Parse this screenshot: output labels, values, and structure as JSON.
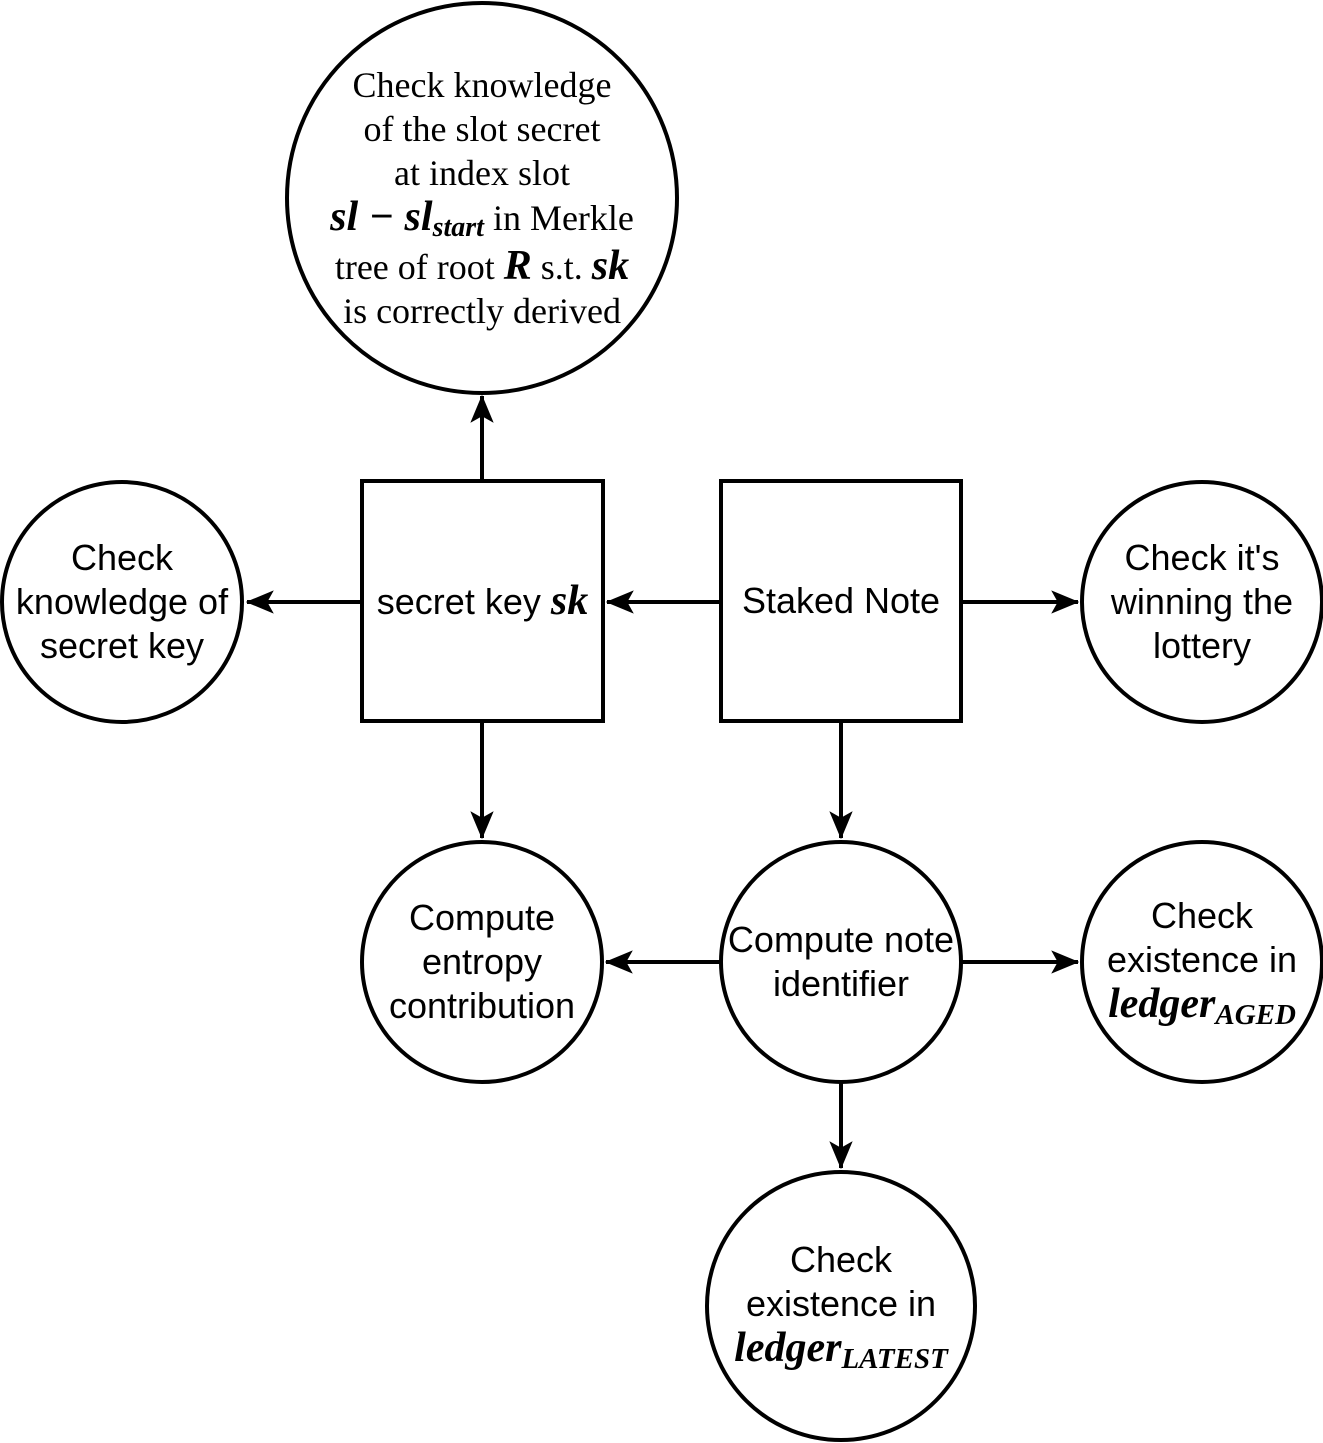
{
  "diagram": {
    "colors": {
      "background": "#ffffff",
      "ink": "#000000"
    },
    "nodes": {
      "slot_secret_check": {
        "shape": "ellipse",
        "l1": "Check knowledge",
        "l2": "of the slot secret",
        "l3": "at index slot",
        "l4_math": "sl − sl",
        "l4_sub": "start",
        "l4_tail": " in Merkle",
        "l5_a": "tree of root ",
        "l5_math1": "R",
        "l5_b": " s.t. ",
        "l5_math2": "sk",
        "l6": "is correctly derived"
      },
      "secret_key_check": {
        "shape": "ellipse",
        "l1": "Check",
        "l2": "knowledge of",
        "l3": "secret key"
      },
      "secret_key": {
        "shape": "rectangle",
        "text": "secret key ",
        "math": "sk"
      },
      "staked_note": {
        "shape": "rectangle",
        "text": "Staked Note"
      },
      "lottery_check": {
        "shape": "ellipse",
        "l1": "Check it's",
        "l2": "winning the",
        "l3": "lottery"
      },
      "entropy_contribution": {
        "shape": "ellipse",
        "l1": "Compute",
        "l2": "entropy",
        "l3": "contribution"
      },
      "note_identifier": {
        "shape": "ellipse",
        "l1": "Compute note",
        "l2": "identifier"
      },
      "ledger_aged_check": {
        "shape": "ellipse",
        "l1": "Check",
        "l2": "existence in",
        "math": "ledger",
        "sub": "AGED"
      },
      "ledger_latest_check": {
        "shape": "ellipse",
        "l1": "Check",
        "l2": "existence in",
        "math": "ledger",
        "sub": "LATEST"
      }
    },
    "edges": [
      {
        "from": "secret_key",
        "to": "slot_secret_check"
      },
      {
        "from": "secret_key",
        "to": "secret_key_check"
      },
      {
        "from": "staked_note",
        "to": "secret_key"
      },
      {
        "from": "staked_note",
        "to": "lottery_check"
      },
      {
        "from": "secret_key",
        "to": "entropy_contribution"
      },
      {
        "from": "staked_note",
        "to": "note_identifier"
      },
      {
        "from": "note_identifier",
        "to": "entropy_contribution"
      },
      {
        "from": "note_identifier",
        "to": "ledger_aged_check"
      },
      {
        "from": "note_identifier",
        "to": "ledger_latest_check"
      }
    ]
  }
}
